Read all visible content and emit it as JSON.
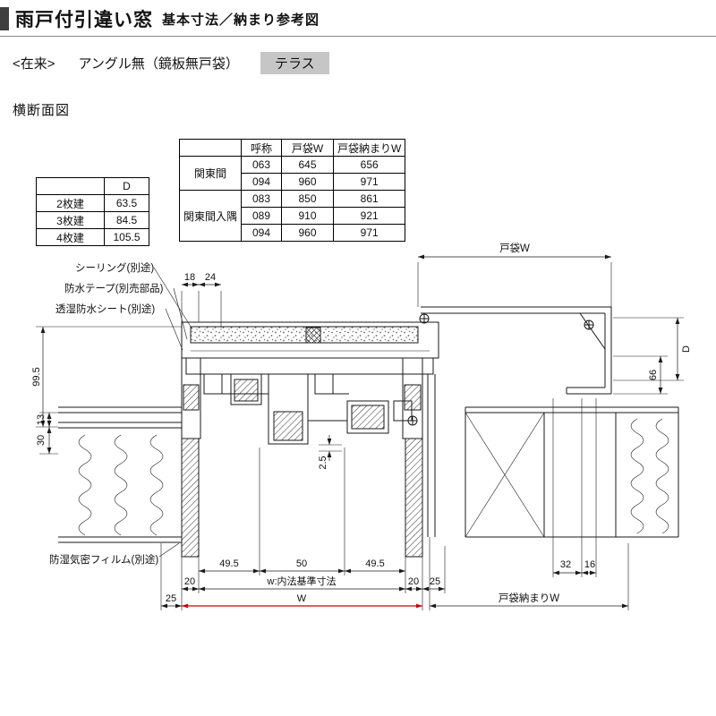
{
  "header": {
    "title": "雨戸付引違い窓",
    "subtitle": "基本寸法／納まり参考図"
  },
  "spec": {
    "construction": "<在来>",
    "angle": "アングル無（鏡板無戸袋）",
    "badge": "テラス"
  },
  "section_title": "横断面図",
  "panel_table": {
    "header_d": "D",
    "rows": [
      {
        "label": "2枚建",
        "value": "63.5"
      },
      {
        "label": "3枚建",
        "value": "84.5"
      },
      {
        "label": "4枚建",
        "value": "105.5"
      }
    ]
  },
  "tobukuro_table": {
    "headers": {
      "name": "呼称",
      "w": "戸袋W",
      "osamari": "戸袋納まりW"
    },
    "groups": [
      {
        "label": "関東間",
        "rows": [
          {
            "name": "063",
            "w": "645",
            "osamari": "656"
          },
          {
            "name": "094",
            "w": "960",
            "osamari": "971"
          }
        ]
      },
      {
        "label": "関東間入隅",
        "rows": [
          {
            "name": "083",
            "w": "850",
            "osamari": "861"
          },
          {
            "name": "089",
            "w": "910",
            "osamari": "921"
          },
          {
            "name": "094",
            "w": "960",
            "osamari": "971"
          }
        ]
      }
    ]
  },
  "callouts": {
    "sealing": "シーリング(別途)",
    "tape": "防水テープ(別売部品)",
    "sheet": "透湿防水シート(別途)",
    "film": "防湿気密フィルム(別途)"
  },
  "dims": {
    "d18": "18",
    "d24": "24",
    "tobukuro_w": "戸袋W",
    "d99_5": "99.5",
    "d13": "13",
    "d30": "30",
    "dD": "D",
    "d66": "66",
    "d2_5": "2.5",
    "d49_5a": "49.5",
    "d50": "50",
    "d49_5b": "49.5",
    "d20a": "20",
    "w_naiho": "w:内法基準寸法",
    "d20b": "20",
    "d25a": "25",
    "d25b": "25",
    "dW": "W",
    "d32": "32",
    "d16": "16",
    "tobukuro_osamari_w": "戸袋納まりW"
  },
  "colors": {
    "accent_red": "#cc0000",
    "badge_bg": "#c6c6c6",
    "title_block": "#3f3f3f"
  }
}
